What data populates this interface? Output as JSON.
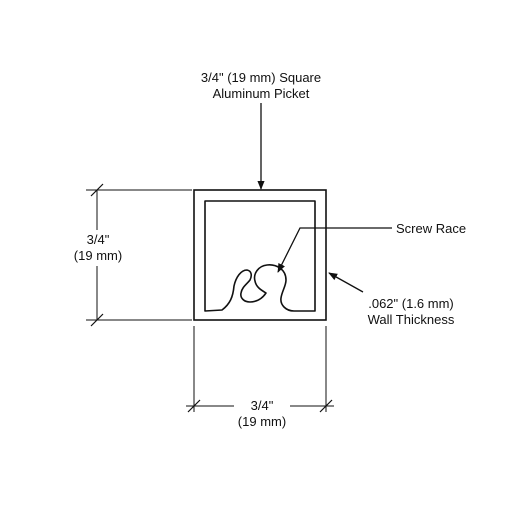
{
  "diagram": {
    "title_line1": "3/4\" (19 mm) Square",
    "title_line2": "Aluminum Picket",
    "height_dim_line1": "3/4\"",
    "height_dim_line2": "(19 mm)",
    "width_dim_line1": "3/4\"",
    "width_dim_line2": "(19 mm)",
    "screw_race_label": "Screw Race",
    "wall_line1": ".062\" (1.6 mm)",
    "wall_line2": "Wall Thickness",
    "colors": {
      "line": "#111111",
      "background": "#ffffff"
    }
  }
}
